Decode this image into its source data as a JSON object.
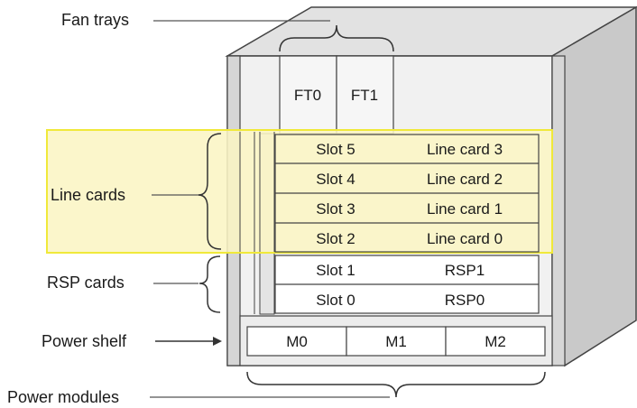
{
  "labels": {
    "fan_trays": "Fan trays",
    "line_cards": "Line cards",
    "rsp_cards": "RSP cards",
    "power_shelf": "Power shelf",
    "power_modules": "Power modules"
  },
  "fan_trays": [
    "FT0",
    "FT1"
  ],
  "line_card_rows": [
    {
      "slot": "Slot 5",
      "card": "Line card 3"
    },
    {
      "slot": "Slot 4",
      "card": "Line card 2"
    },
    {
      "slot": "Slot 3",
      "card": "Line card 1"
    },
    {
      "slot": "Slot 2",
      "card": "Line card 0"
    }
  ],
  "rsp_rows": [
    {
      "slot": "Slot 1",
      "card": "RSP1"
    },
    {
      "slot": "Slot 0",
      "card": "RSP0"
    }
  ],
  "power_modules": [
    "M0",
    "M1",
    "M2"
  ],
  "colors": {
    "highlight_fill": "#fbf5c4",
    "highlight_border": "#f0e93a",
    "chassis_side": "#c9c9c9",
    "chassis_top": "#e2e2e2",
    "chassis_face": "#f1f1f1"
  }
}
